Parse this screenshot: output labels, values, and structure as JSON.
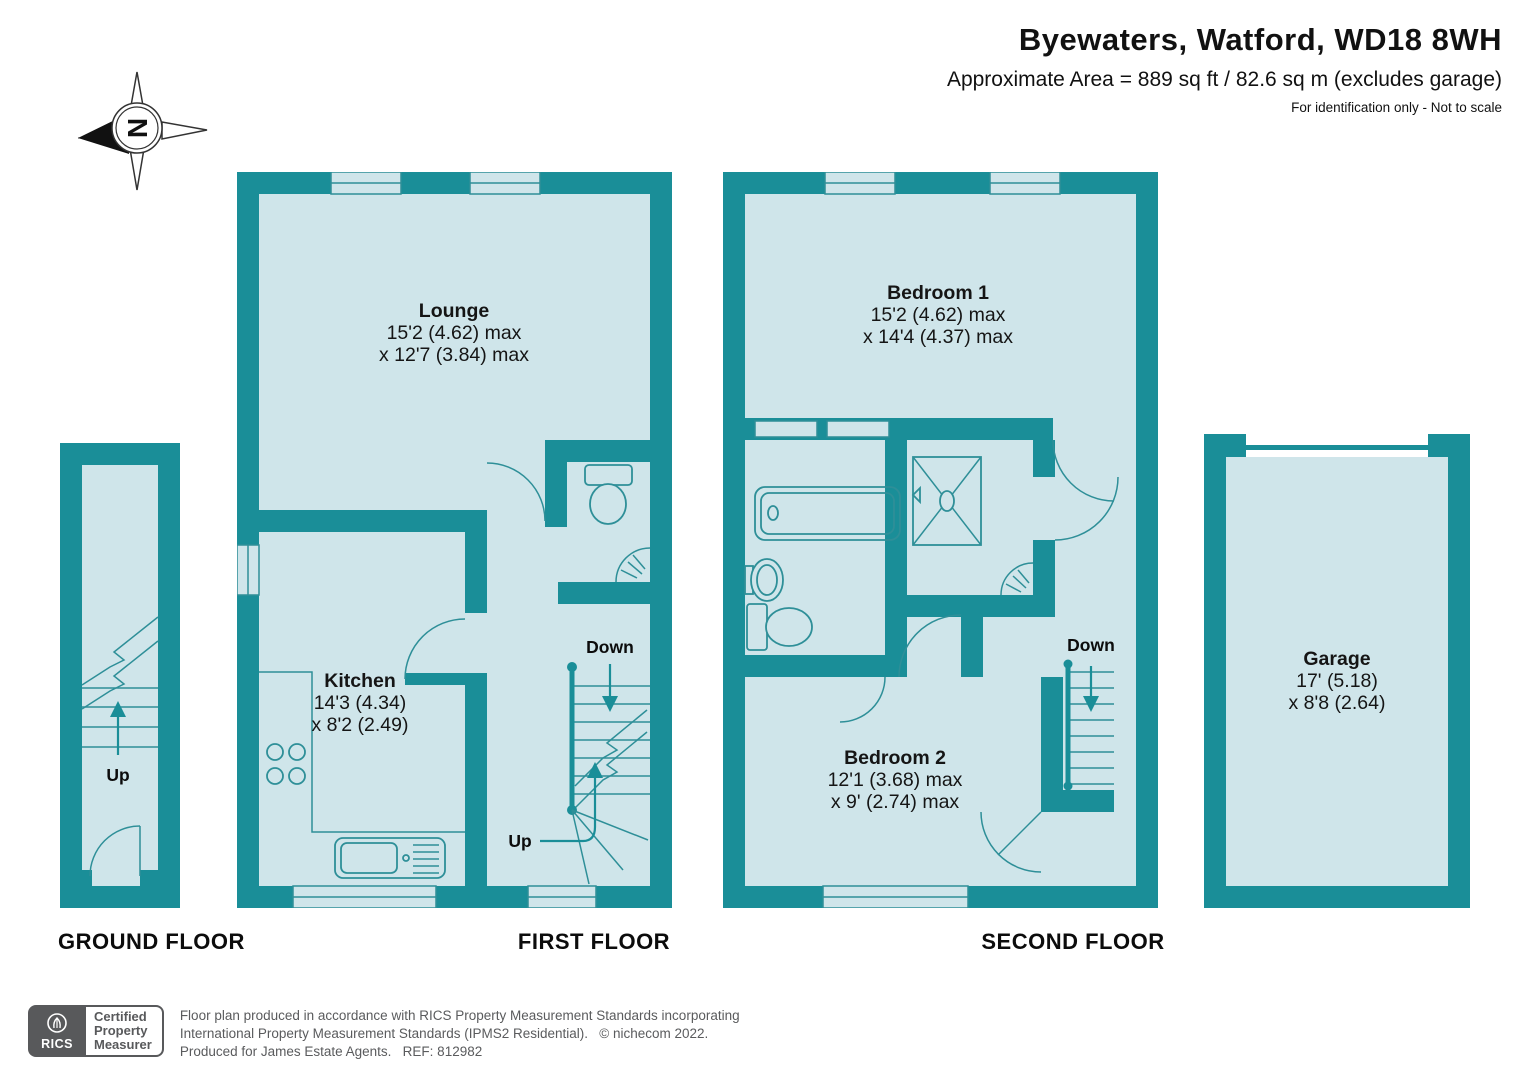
{
  "header": {
    "title": "Byewaters, Watford, WD18 8WH",
    "area": "Approximate Area = 889 sq ft / 82.6 sq m (excludes garage)",
    "disclaimer": "For identification only - Not to scale"
  },
  "compass": {
    "north_letter": "N"
  },
  "floor_labels": {
    "ground": "GROUND FLOOR",
    "first": "FIRST FLOOR",
    "second": "SECOND FLOOR"
  },
  "rooms": {
    "lounge": {
      "name": "Lounge",
      "dim1": "15'2 (4.62) max",
      "dim2": "x 12'7 (3.84) max"
    },
    "kitchen": {
      "name": "Kitchen",
      "dim1": "14'3 (4.34)",
      "dim2": "x 8'2 (2.49)"
    },
    "bedroom1": {
      "name": "Bedroom 1",
      "dim1": "15'2 (4.62) max",
      "dim2": "x 14'4 (4.37) max"
    },
    "bedroom2": {
      "name": "Bedroom 2",
      "dim1": "12'1 (3.68) max",
      "dim2": "x 9' (2.74) max"
    },
    "garage": {
      "name": "Garage",
      "dim1": "17' (5.18)",
      "dim2": "x 8'8 (2.64)"
    }
  },
  "stairs": {
    "ground_up": "Up",
    "first_up": "Up",
    "first_down": "Down",
    "second_down": "Down"
  },
  "footer": {
    "rics": "RICS",
    "badge_line1": "Certified",
    "badge_line2": "Property",
    "badge_line3": "Measurer",
    "line1": "Floor plan produced in accordance with RICS Property Measurement Standards incorporating",
    "line2": "International Property Measurement Standards (IPMS2 Residential).   © nichecom 2022.",
    "line3": "Produced for James Estate Agents.   REF: 812982"
  },
  "colors": {
    "wall_teal": "#1a8e98",
    "room_fill": "#cfe5ea",
    "fixture_line": "#2e8f98"
  }
}
